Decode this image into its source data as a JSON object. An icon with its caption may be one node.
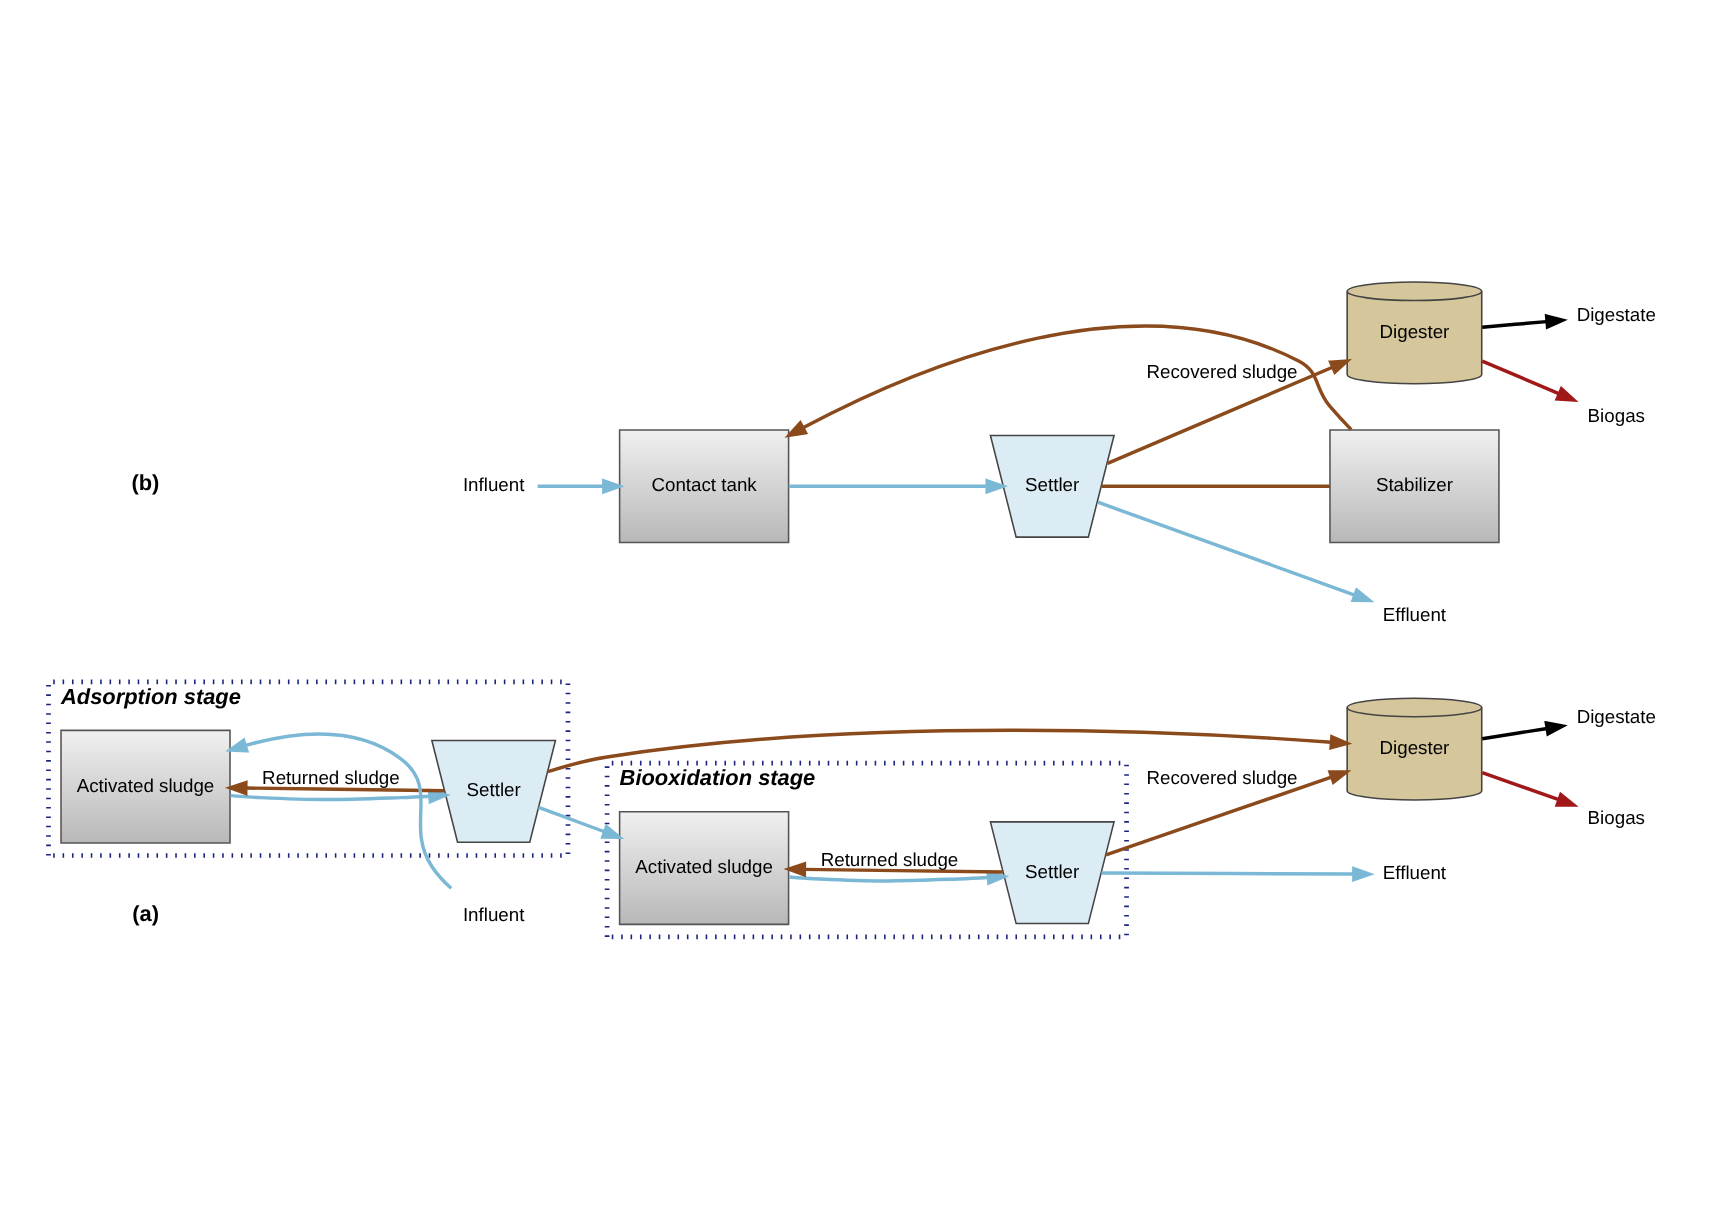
{
  "diagram": {
    "nodes": [
      {
        "text": [
          "Adsorption stage"
        ]
      },
      {
        "text": [
          "Activated sludge"
        ],
        "in": 0
      },
      {
        "text": [
          "Settler"
        ],
        "in": 0
      },
      {
        "text": [
          "Biooxidation stage"
        ]
      },
      {
        "text": [
          "Activated sludge"
        ],
        "in": 3
      },
      {
        "text": [
          "Settler"
        ],
        "in": 3
      },
      {
        "text": [
          "Influent"
        ]
      },
      {
        "text": [
          "Effluent"
        ]
      },
      {
        "text": [
          "Digester"
        ]
      },
      {
        "text": [
          "Biogas"
        ]
      },
      {
        "text": [
          "Digestate"
        ]
      },
      {
        "text": [
          "Influent"
        ]
      },
      {
        "text": [
          "Contact tank"
        ]
      },
      {
        "text": [
          "Settler"
        ]
      },
      {
        "text": [
          "Effluent"
        ]
      },
      {
        "text": [
          "Stabilizer"
        ]
      },
      {
        "text": [
          "Digester"
        ]
      },
      {
        "text": [
          "Biogas"
        ]
      },
      {
        "text": [
          "Digestate"
        ]
      }
    ],
    "edges": [
      {
        "from": 6,
        "to": 1,
        "arrow": "to"
      },
      {
        "from": 1,
        "to": 2,
        "arrow": "to"
      },
      {
        "from": 2,
        "to": 4,
        "arrow": "to"
      },
      {
        "from": 4,
        "to": 5,
        "arrow": "to"
      },
      {
        "from": 5,
        "to": 7,
        "arrow": "to"
      },
      {
        "from": 2,
        "to": 1,
        "arrow": "to",
        "label": "Returned sludge",
        "color": "#8b4a1c"
      },
      {
        "from": 5,
        "to": 4,
        "arrow": "to",
        "label": "Returned sludge",
        "color": "#8b4a1c"
      },
      {
        "from": 2,
        "to": 8,
        "arrow": "to",
        "color": "#8b4a1c"
      },
      {
        "from": 5,
        "to": 8,
        "arrow": "to",
        "label": "Recovered sludge",
        "color": "#8b4a1c"
      },
      {
        "from": 8,
        "to": 9,
        "arrow": "to",
        "color": "#a01818"
      },
      {
        "from": 8,
        "to": 10,
        "arrow": "to",
        "color": "#000000"
      },
      {
        "from": 11,
        "to": 12,
        "arrow": "to"
      },
      {
        "from": 12,
        "to": 13,
        "arrow": "to"
      },
      {
        "from": 13,
        "to": 14,
        "arrow": "to"
      },
      {
        "from": 13,
        "to": 15,
        "arrow": "none",
        "color": "#8b4a1c"
      },
      {
        "from": 15,
        "to": 12,
        "arrow": "to",
        "color": "#8b4a1c"
      },
      {
        "from": 13,
        "to": 16,
        "arrow": "to",
        "label": "Recovered sludge",
        "color": "#8b4a1c"
      },
      {
        "from": 16,
        "to": 17,
        "arrow": "to",
        "color": "#a01818"
      },
      {
        "from": 16,
        "to": 18,
        "arrow": "to",
        "color": "#000000"
      }
    ],
    "labels": [
      "(a)",
      "(b)"
    ]
  }
}
